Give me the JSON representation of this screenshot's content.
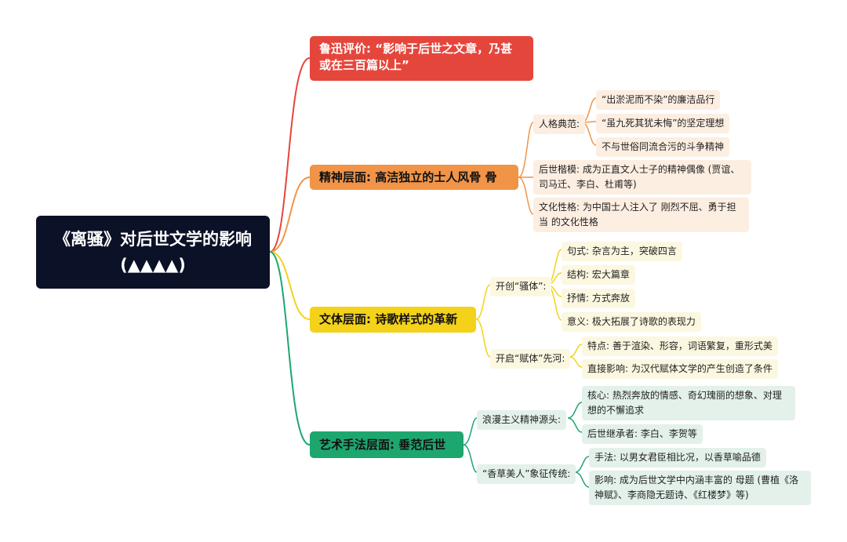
{
  "root": {
    "title": "《离骚》对后世文学的影响 (▲▲▲▲)"
  },
  "branches": [
    {
      "title": "鲁迅评价: “影响于后世之文章，乃甚或在三百篇以上”"
    },
    {
      "title": "精神层面: 高洁独立的士人风骨 骨",
      "items": [
        {
          "label": "人格典范:",
          "children": [
            "“出淤泥而不染”的廉洁品行",
            "“虽九死其犹未悔”的坚定理想",
            "不与世俗同流合污的斗争精神"
          ]
        },
        {
          "label": "后世楷模: 成为正直文人士子的精神偶像 (贾谊、司马迁、李白、杜甫等)"
        },
        {
          "label": "文化性格: 为中国士人注入了 刚烈不屈、勇于担当 的文化性格"
        }
      ]
    },
    {
      "title": "文体层面: 诗歌样式的革新",
      "items": [
        {
          "label": "开创“骚体”:",
          "children": [
            "句式: 杂言为主，突破四言",
            "结构: 宏大篇章",
            "抒情: 方式奔放",
            "意义: 极大拓展了诗歌的表现力"
          ]
        },
        {
          "label": "开启“赋体”先河:",
          "children": [
            "特点: 善于渲染、形容，词语繁复，重形式美",
            "直接影响: 为汉代赋体文学的产生创造了条件"
          ]
        }
      ]
    },
    {
      "title": "艺术手法层面: 垂范后世",
      "items": [
        {
          "label": "浪漫主义精神源头:",
          "children": [
            "核心: 热烈奔放的情感、奇幻瑰丽的想象、对理想的不懈追求",
            "后世继承者: 李白、李贺等"
          ]
        },
        {
          "label": "“香草美人”象征传统:",
          "children": [
            "手法: 以男女君臣相比况，以香草喻品德",
            "影响: 成为后世文学中内涵丰富的 母题 (曹植《洛神赋》、李商隐无题诗、《红楼梦》等)"
          ]
        }
      ]
    }
  ],
  "colors": {
    "red": "#e5463c",
    "orange": "#f19448",
    "yellow": "#f4d21a",
    "green": "#1ea66f",
    "root": "#0b1126"
  }
}
